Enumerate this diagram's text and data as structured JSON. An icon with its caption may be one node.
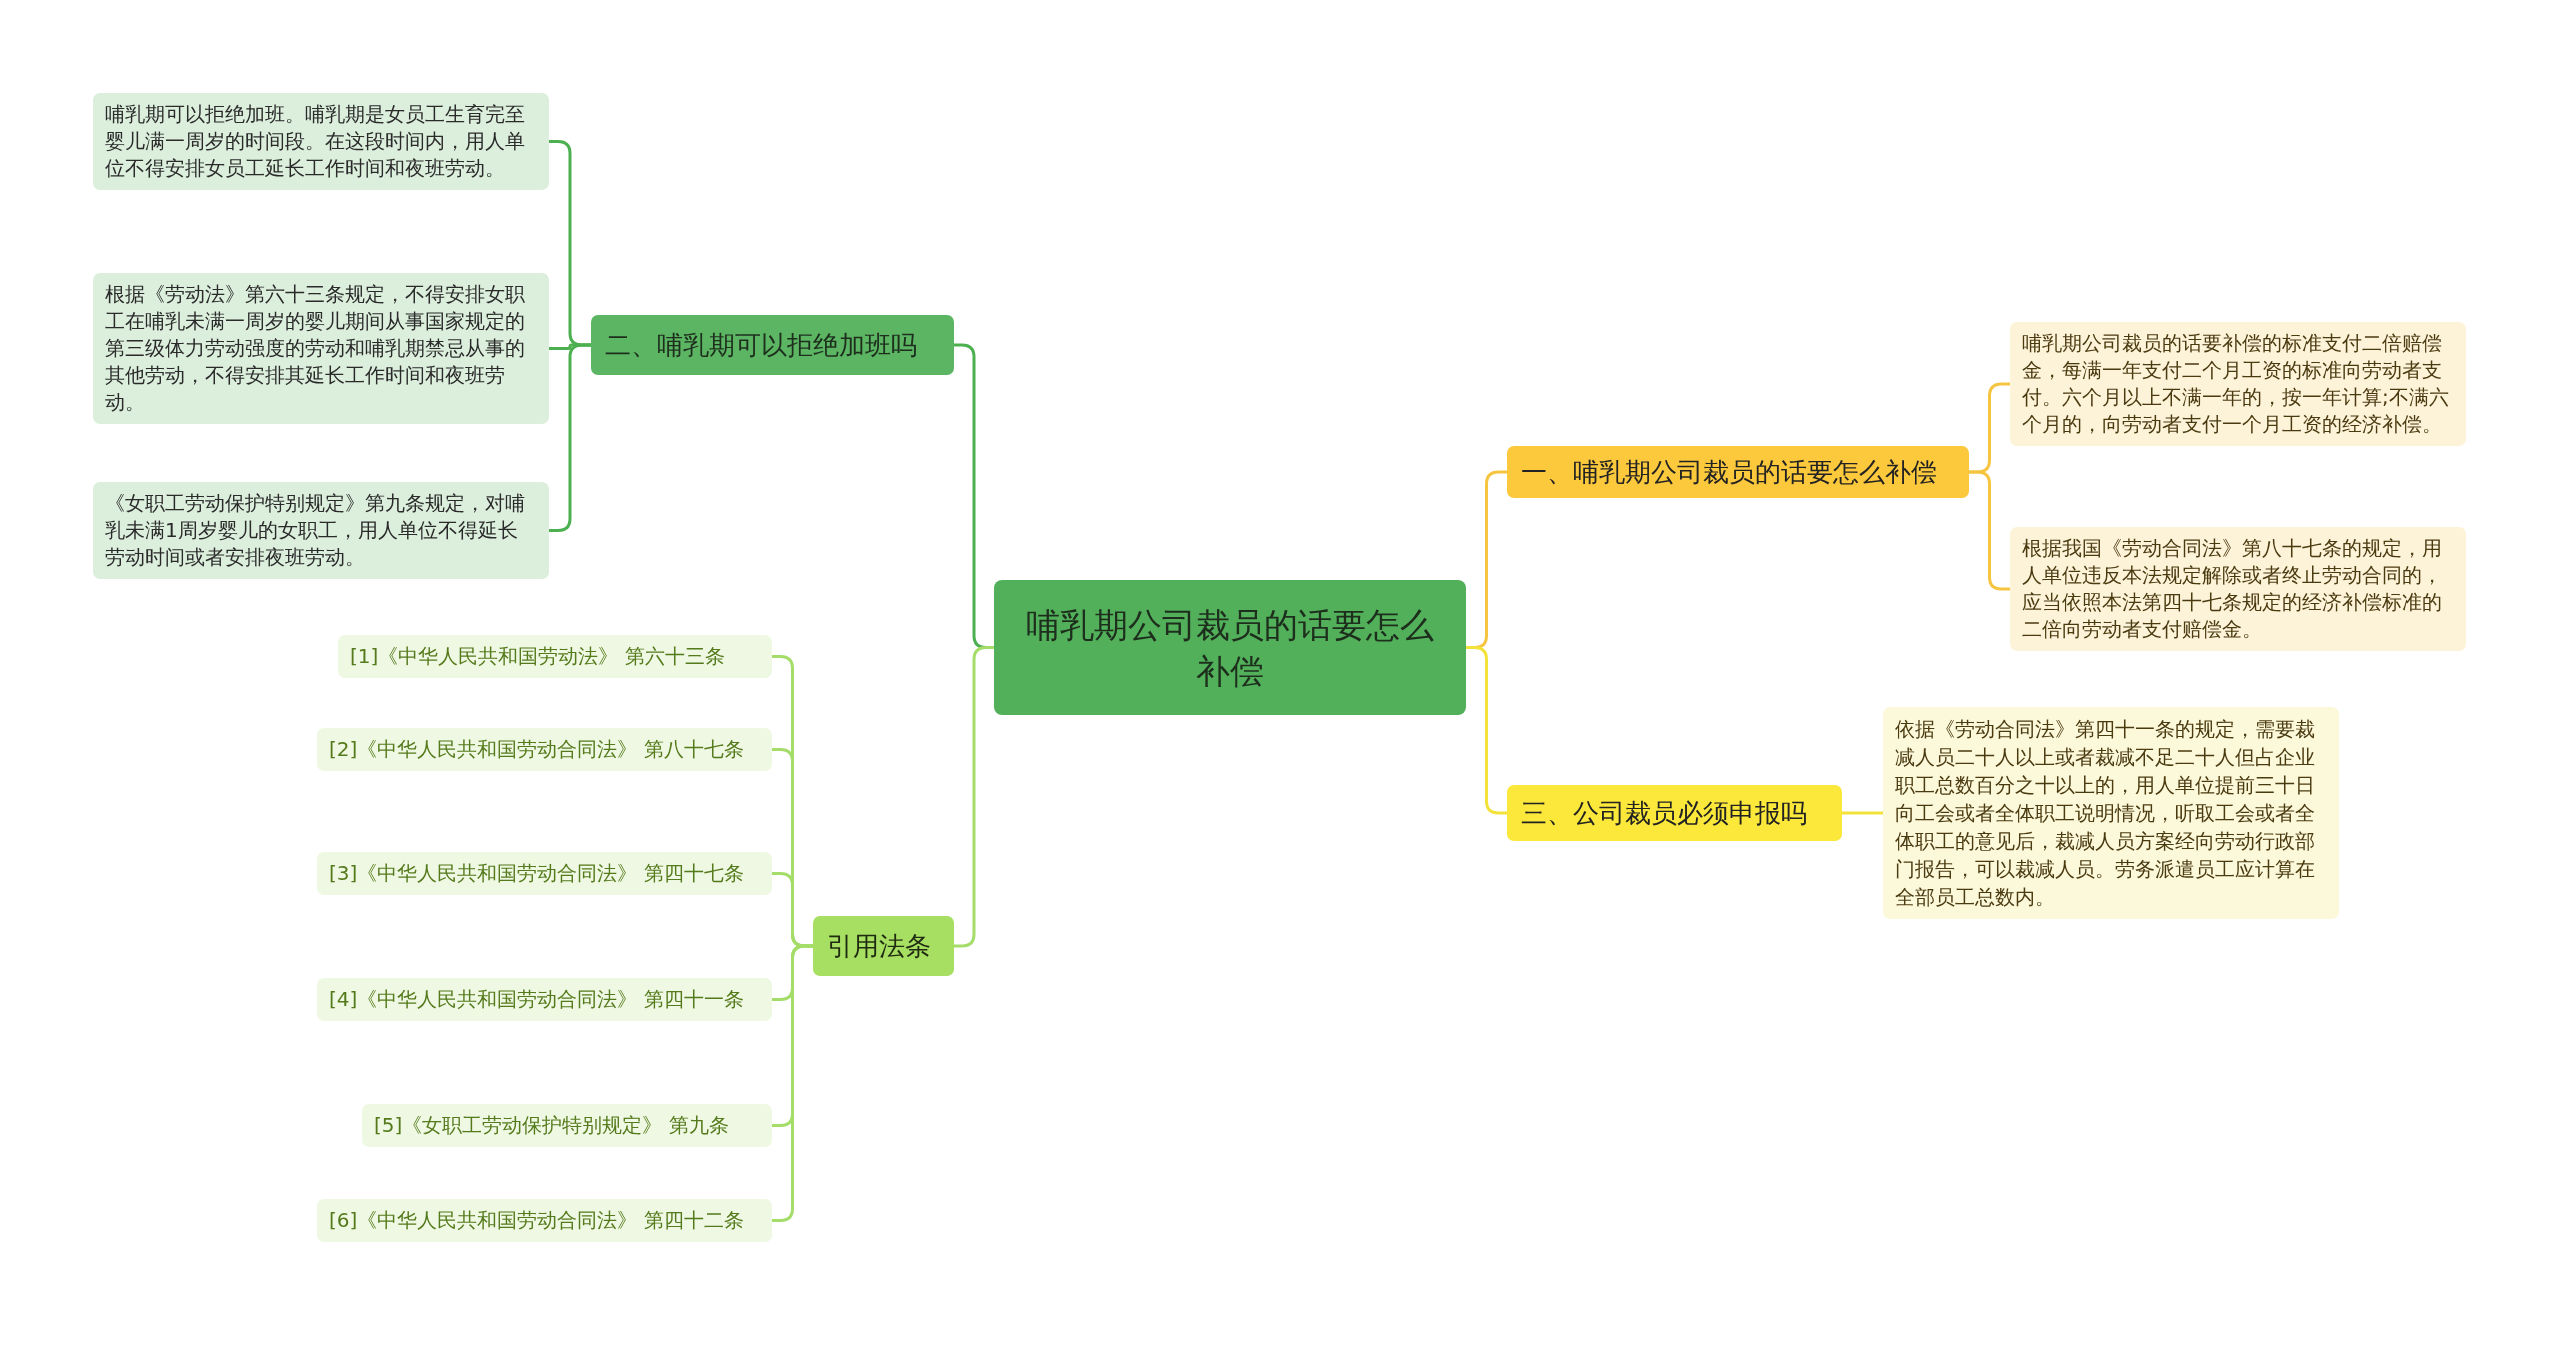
{
  "diagram": {
    "nodes": [
      {
        "text": [
          "哺乳期公司裁员的话要怎么补偿"
        ]
      },
      {
        "text": [
          "一、哺乳期公司裁员的话要怎么补偿"
        ]
      },
      {
        "text": [
          "哺乳期公司裁员的话要补偿的标准支付二倍赔偿金，每满一年支付二个月工资的标准向劳动者支付。六个月以上不满一年的，按一年计算;不满六个月的，向劳动者支付一个月工资的经济补偿。"
        ]
      },
      {
        "text": [
          "根据我国《劳动合同法》第八十七条的规定，用人单位违反本法规定解除或者终止劳动合同的，应当依照本法第四十七条规定的经济补偿标准的二倍向劳动者支付赔偿金。"
        ]
      },
      {
        "text": [
          "三、公司裁员必须申报吗"
        ]
      },
      {
        "text": [
          "依据《劳动合同法》第四十一条的规定，需要裁减人员二十人以上或者裁减不足二十人但占企业职工总数百分之十以上的，用人单位提前三十日向工会或者全体职工说明情况，听取工会或者全体职工的意见后，裁减人员方案经向劳动行政部门报告，可以裁减人员。劳务派遣员工应计算在全部员工总数内。"
        ]
      },
      {
        "text": [
          "二、哺乳期可以拒绝加班吗"
        ]
      },
      {
        "text": [
          "哺乳期可以拒绝加班。哺乳期是女员工生育完至婴儿满一周岁的时间段。在这段时间内，用人单位不得安排女员工延长工作时间和夜班劳动。"
        ]
      },
      {
        "text": [
          "根据《劳动法》第六十三条规定，不得安排女职工在哺乳未满一周岁的婴儿期间从事国家规定的第三级体力劳动强度的劳动和哺乳期禁忌从事的其他劳动，不得安排其延长工作时间和夜班劳动。"
        ]
      },
      {
        "text": [
          "《女职工劳动保护特别规定》第九条规定，对哺乳未满1周岁婴儿的女职工，用人单位不得延长劳动时间或者安排夜班劳动。"
        ]
      },
      {
        "text": [
          "引用法条"
        ]
      },
      {
        "text": [
          "[1]《中华人民共和国劳动法》 第六十三条"
        ]
      },
      {
        "text": [
          "[2]《中华人民共和国劳动合同法》 第八十七条"
        ]
      },
      {
        "text": [
          "[3]《中华人民共和国劳动合同法》 第四十七条"
        ]
      },
      {
        "text": [
          "[4]《中华人民共和国劳动合同法》 第四十一条"
        ]
      },
      {
        "text": [
          "[5]《女职工劳动保护特别规定》 第九条"
        ]
      },
      {
        "text": [
          "[6]《中华人民共和国劳动合同法》 第四十二条"
        ]
      }
    ],
    "edges": [
      {
        "from": 0,
        "to": 1,
        "arrow": "none",
        "color": "#f5c542"
      },
      {
        "from": 1,
        "to": 2,
        "arrow": "none",
        "color": "#f5c542"
      },
      {
        "from": 1,
        "to": 3,
        "arrow": "none",
        "color": "#f5c542"
      },
      {
        "from": 0,
        "to": 4,
        "arrow": "none",
        "color": "#f2e23a"
      },
      {
        "from": 4,
        "to": 5,
        "arrow": "none",
        "color": "#f2e23a"
      },
      {
        "from": 0,
        "to": 6,
        "arrow": "none",
        "color": "#4caf50"
      },
      {
        "from": 6,
        "to": 7,
        "arrow": "none",
        "color": "#4caf50"
      },
      {
        "from": 6,
        "to": 8,
        "arrow": "none",
        "color": "#4caf50"
      },
      {
        "from": 6,
        "to": 9,
        "arrow": "none",
        "color": "#4caf50"
      },
      {
        "from": 0,
        "to": 10,
        "arrow": "none",
        "color": "#a5dd6a"
      },
      {
        "from": 10,
        "to": 11,
        "arrow": "none",
        "color": "#a5dd6a"
      },
      {
        "from": 10,
        "to": 12,
        "arrow": "none",
        "color": "#a5dd6a"
      },
      {
        "from": 10,
        "to": 13,
        "arrow": "none",
        "color": "#a5dd6a"
      },
      {
        "from": 10,
        "to": 14,
        "arrow": "none",
        "color": "#a5dd6a"
      },
      {
        "from": 10,
        "to": 15,
        "arrow": "none",
        "color": "#a5dd6a"
      },
      {
        "from": 10,
        "to": 16,
        "arrow": "none",
        "color": "#a5dd6a"
      }
    ]
  }
}
